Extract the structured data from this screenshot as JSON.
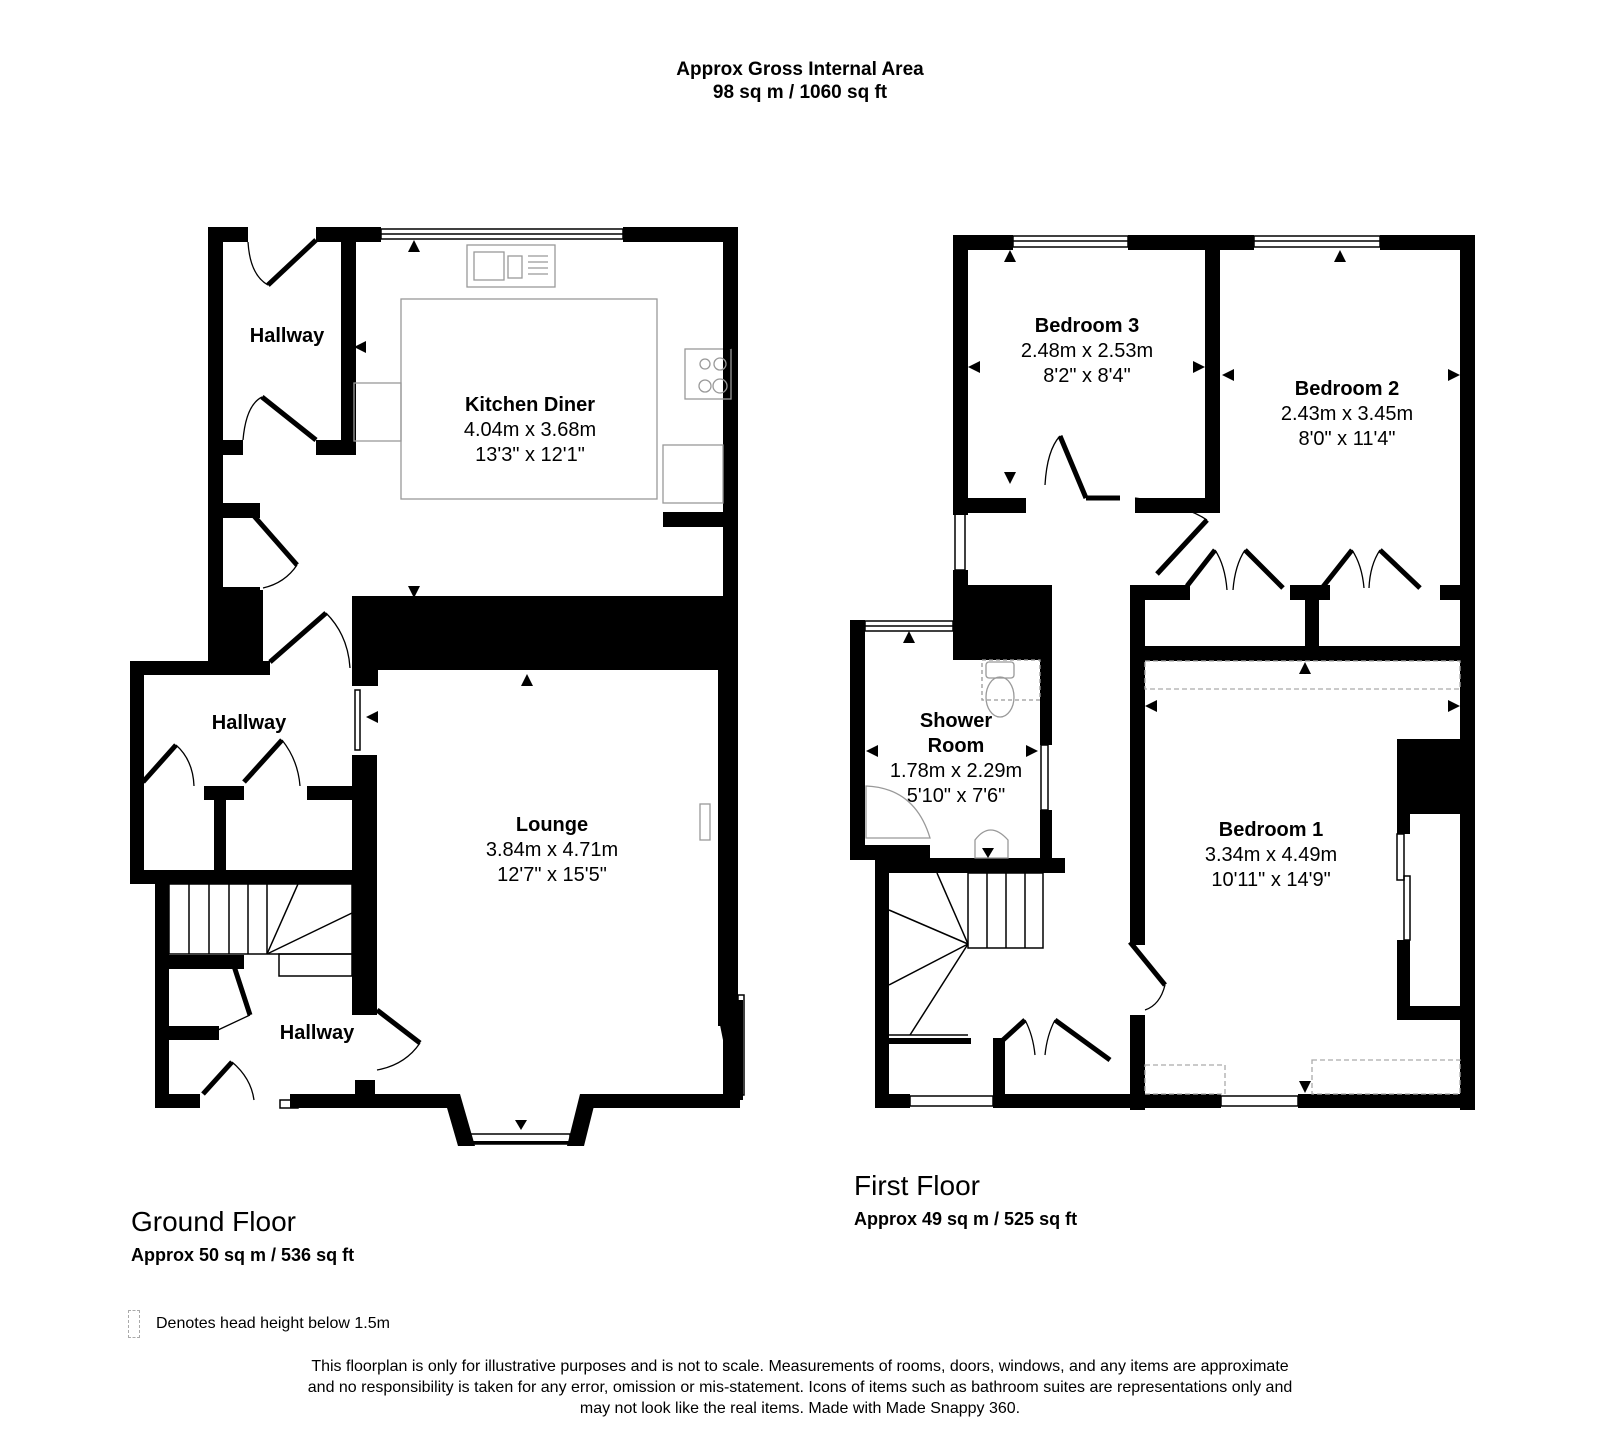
{
  "header": {
    "title": "Approx Gross Internal Area",
    "area": "98 sq m / 1060 sq ft"
  },
  "ground_floor": {
    "title": "Ground Floor",
    "area": "Approx 50 sq m / 536 sq ft",
    "rooms": [
      {
        "name": "Hallway",
        "metric": "",
        "imperial": ""
      },
      {
        "name": "Kitchen Diner",
        "metric": "4.04m x 3.68m",
        "imperial": "13'3\" x 12'1\""
      },
      {
        "name": "Hallway",
        "metric": "",
        "imperial": ""
      },
      {
        "name": "Lounge",
        "metric": "3.84m x 4.71m",
        "imperial": "12'7\" x 15'5\""
      },
      {
        "name": "Hallway",
        "metric": "",
        "imperial": ""
      }
    ]
  },
  "first_floor": {
    "title": "First Floor",
    "area": "Approx 49 sq m / 525 sq ft",
    "rooms": [
      {
        "name": "Bedroom 3",
        "metric": "2.48m x 2.53m",
        "imperial": "8'2\" x 8'4\""
      },
      {
        "name": "Bedroom 2",
        "metric": "2.43m x 3.45m",
        "imperial": "8'0\" x 11'4\""
      },
      {
        "name": "Shower",
        "name2": "Room",
        "metric": "1.78m x 2.29m",
        "imperial": "5'10\" x 7'6\""
      },
      {
        "name": "Bedroom 1",
        "metric": "3.34m x 4.49m",
        "imperial": "10'11\" x 14'9\""
      }
    ]
  },
  "legend": {
    "icon": "dashed-box-icon",
    "text": "Denotes head height below 1.5m"
  },
  "disclaimer": {
    "line1": "This floorplan is only for illustrative purposes and is not to scale. Measurements of rooms, doors, windows, and any items are approximate",
    "line2": "and no responsibility is taken for any error, omission or mis-statement. Icons of items such as bathroom suites are representations only and",
    "line3": "may not look like the real items. Made with Made Snappy 360."
  },
  "colors": {
    "wall": "#000000",
    "fixture": "#999999",
    "low_height_dash": "#aaaaaa",
    "background": "#ffffff"
  }
}
